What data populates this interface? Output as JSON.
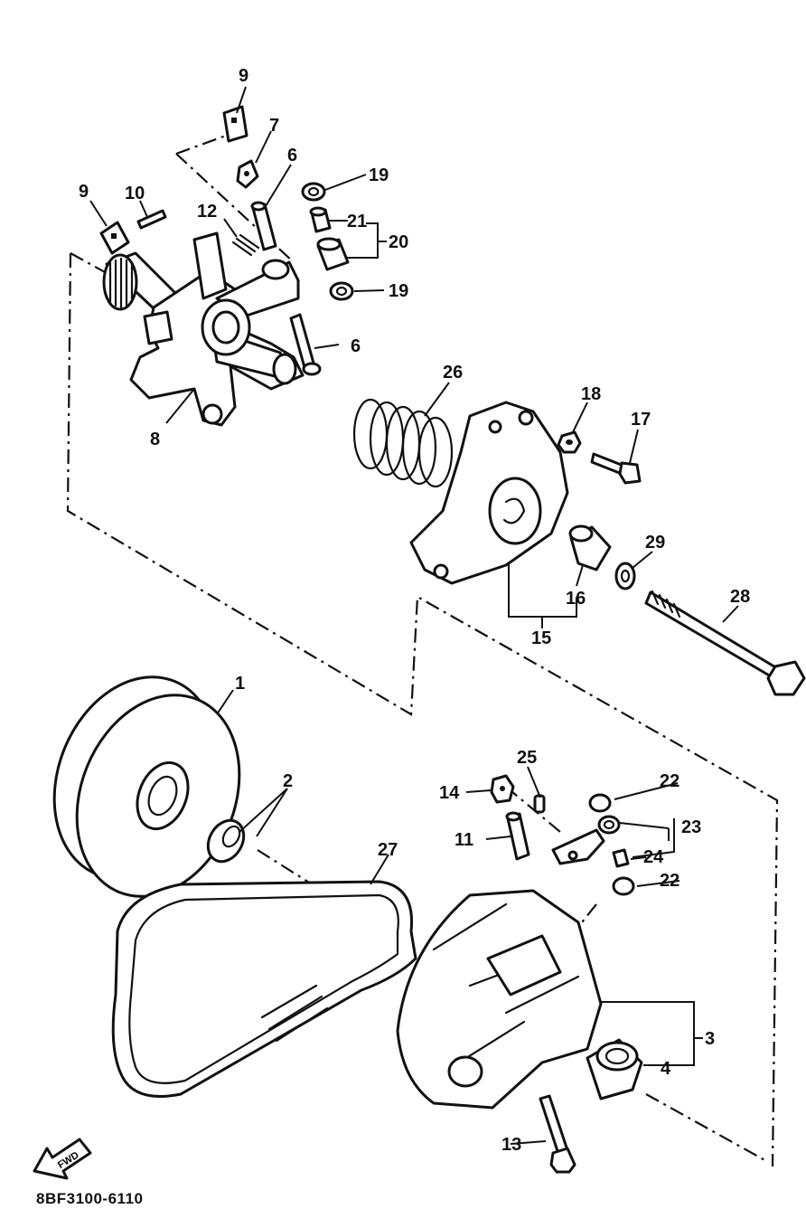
{
  "diagram": {
    "drawing_code": "8BF3100-6110",
    "fwd_label": "FWD",
    "callouts": [
      {
        "id": "c9a",
        "text": "9"
      },
      {
        "id": "c7",
        "text": "7"
      },
      {
        "id": "c6a",
        "text": "6"
      },
      {
        "id": "c19a",
        "text": "19"
      },
      {
        "id": "c9b",
        "text": "9"
      },
      {
        "id": "c10",
        "text": "10"
      },
      {
        "id": "c12",
        "text": "12"
      },
      {
        "id": "c21",
        "text": "21"
      },
      {
        "id": "c20",
        "text": "20"
      },
      {
        "id": "c19b",
        "text": "19"
      },
      {
        "id": "c6b",
        "text": "6"
      },
      {
        "id": "c8",
        "text": "8"
      },
      {
        "id": "c26",
        "text": "26"
      },
      {
        "id": "c18",
        "text": "18"
      },
      {
        "id": "c17",
        "text": "17"
      },
      {
        "id": "c29",
        "text": "29"
      },
      {
        "id": "c16",
        "text": "16"
      },
      {
        "id": "c28",
        "text": "28"
      },
      {
        "id": "c15",
        "text": "15"
      },
      {
        "id": "c1",
        "text": "1"
      },
      {
        "id": "c2",
        "text": "2"
      },
      {
        "id": "c25",
        "text": "25"
      },
      {
        "id": "c22a",
        "text": "22"
      },
      {
        "id": "c14",
        "text": "14"
      },
      {
        "id": "c23",
        "text": "23"
      },
      {
        "id": "c11",
        "text": "11"
      },
      {
        "id": "c24",
        "text": "24"
      },
      {
        "id": "c27",
        "text": "27"
      },
      {
        "id": "c22b",
        "text": "22"
      },
      {
        "id": "c3",
        "text": "3"
      },
      {
        "id": "c4",
        "text": "4"
      },
      {
        "id": "c13",
        "text": "13"
      }
    ]
  }
}
